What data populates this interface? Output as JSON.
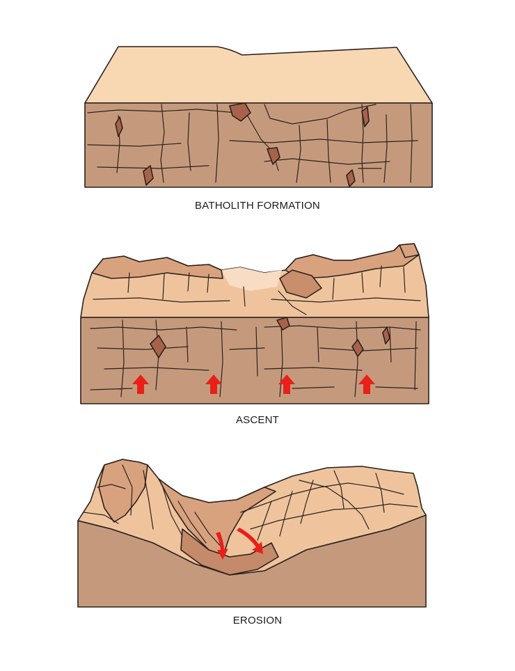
{
  "panels": [
    {
      "label": "BATHOLITH FORMATION"
    },
    {
      "label": "ASCENT"
    },
    {
      "label": "EROSION"
    }
  ],
  "colors": {
    "top_surface": "#f8d7b3",
    "rock_face": "#c59a7c",
    "rock_light": "#efc49d",
    "rock_mid": "#d9a27e",
    "rock_shadow": "#b0795b",
    "magma": "#a8624a",
    "outline": "#2a211d",
    "arrow": "#e8201a"
  },
  "icons": [
    "up-arrow-icon",
    "curved-arrow-icon"
  ]
}
